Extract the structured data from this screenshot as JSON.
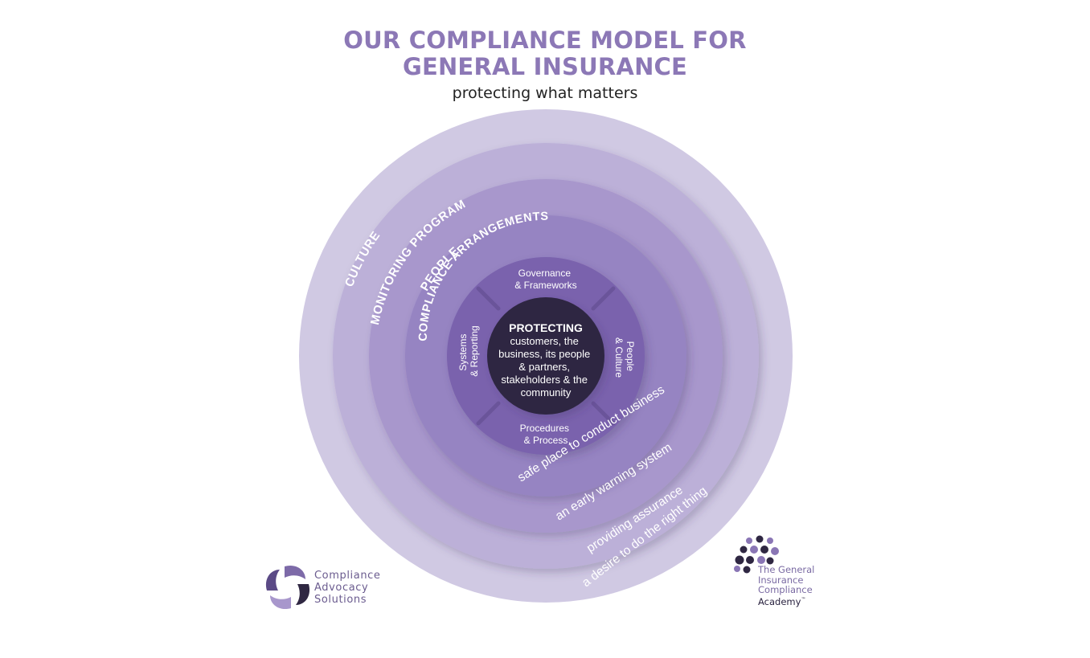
{
  "header": {
    "title_line1": "OUR COMPLIANCE MODEL FOR",
    "title_line2": "GENERAL INSURANCE",
    "subtitle": "protecting what matters"
  },
  "rings": [
    {
      "name": "CULTURE",
      "benefit": "a desire to do the right thing",
      "color": "#d0c9e3"
    },
    {
      "name": "MONITORING PROGRAM",
      "benefit": "providing assurance",
      "color": "#bcb0d8"
    },
    {
      "name": "PEOPLE",
      "benefit": "an early warning system",
      "color": "#a897cc"
    },
    {
      "name": "COMPLIANCE ARRANGEMENTS",
      "benefit": "safe place to conduct business",
      "color": "#9684c2"
    }
  ],
  "quadrants": {
    "top": [
      "Governance",
      "& Frameworks"
    ],
    "bottom": [
      "Procedures",
      "& Process"
    ],
    "left": [
      "Systems",
      "& Reporting"
    ],
    "right": [
      "People",
      "& Culture"
    ],
    "color": "#7a62ad"
  },
  "core": {
    "heading": "PROTECTING",
    "lines": [
      "customers, the",
      "business, its people",
      "& partners,",
      "stakeholders & the",
      "community"
    ],
    "color": "#2f2742"
  },
  "logos": {
    "left": [
      "Compliance",
      "Advocacy",
      "Solutions"
    ],
    "right": [
      "The General",
      "Insurance",
      "Compliance"
    ],
    "right_last": "Academy",
    "right_mark": "™"
  }
}
